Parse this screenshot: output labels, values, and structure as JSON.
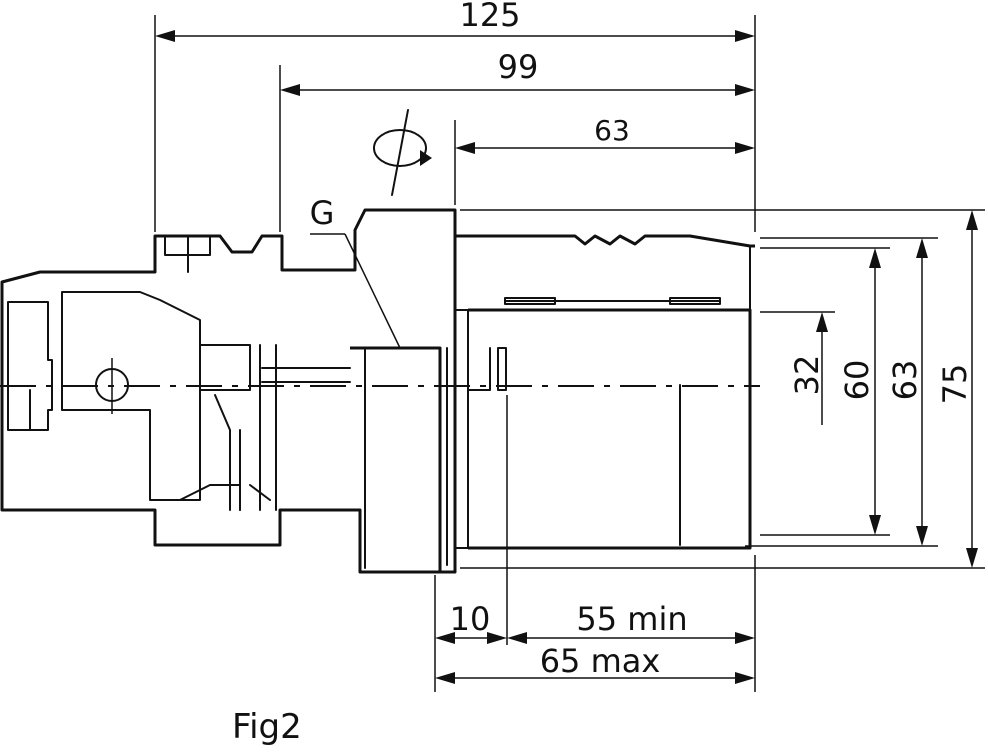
{
  "figure": {
    "label": "Fig2",
    "part_label": "G"
  },
  "dimensions": {
    "overall_length": "125",
    "length_99": "99",
    "length_63": "63",
    "dia_32": "32",
    "dia_60": "60",
    "dia_63": "63",
    "dia_75": "75",
    "len_10": "10",
    "len_55_min": "55 min",
    "len_65_max": "65 max"
  },
  "icons": {
    "rotation_symbol": "rotation-icon"
  },
  "colors": {
    "ink": "#111111",
    "paper": "#ffffff"
  }
}
